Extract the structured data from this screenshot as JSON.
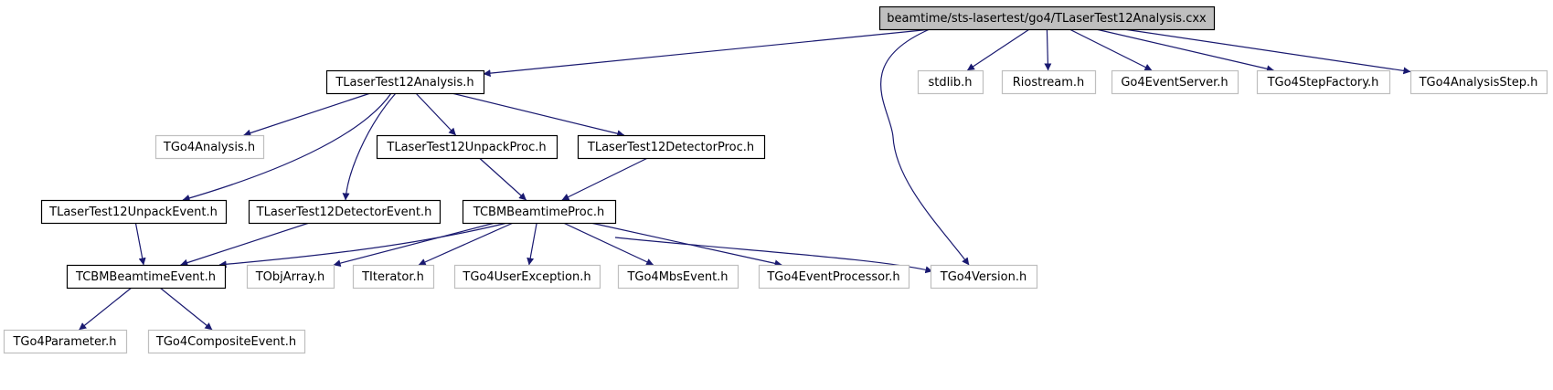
{
  "diagram": {
    "colors": {
      "edge": "#191970",
      "root_fill": "#bfbfbf",
      "root_border": "#000000",
      "documented_border": "#000000",
      "undocumented_border": "#bfbfbf",
      "node_fill": "#ffffff"
    },
    "nodes": [
      {
        "id": "root",
        "label": "beamtime/sts-lasertest/go4/TLaserTest12Analysis.cxx",
        "style": "root"
      },
      {
        "id": "analysis_h",
        "label": "TLaserTest12Analysis.h",
        "style": "documented"
      },
      {
        "id": "stdlib",
        "label": "stdlib.h",
        "style": "external"
      },
      {
        "id": "riostream",
        "label": "Riostream.h",
        "style": "external"
      },
      {
        "id": "go4eventserver",
        "label": "Go4EventServer.h",
        "style": "external"
      },
      {
        "id": "go4stepfactory",
        "label": "TGo4StepFactory.h",
        "style": "external"
      },
      {
        "id": "go4analysisstep",
        "label": "TGo4AnalysisStep.h",
        "style": "external"
      },
      {
        "id": "go4analysis",
        "label": "TGo4Analysis.h",
        "style": "external"
      },
      {
        "id": "unpackproc",
        "label": "TLaserTest12UnpackProc.h",
        "style": "documented"
      },
      {
        "id": "detectorproc",
        "label": "TLaserTest12DetectorProc.h",
        "style": "documented"
      },
      {
        "id": "unpackevent",
        "label": "TLaserTest12UnpackEvent.h",
        "style": "documented"
      },
      {
        "id": "detectorevent",
        "label": "TLaserTest12DetectorEvent.h",
        "style": "documented"
      },
      {
        "id": "beamtimeproc",
        "label": "TCBMBeamtimeProc.h",
        "style": "documented"
      },
      {
        "id": "beamtimeevent",
        "label": "TCBMBeamtimeEvent.h",
        "style": "documented"
      },
      {
        "id": "tobjarray",
        "label": "TObjArray.h",
        "style": "external"
      },
      {
        "id": "titerator",
        "label": "TIterator.h",
        "style": "external"
      },
      {
        "id": "go4userexception",
        "label": "TGo4UserException.h",
        "style": "external"
      },
      {
        "id": "go4mbsevent",
        "label": "TGo4MbsEvent.h",
        "style": "external"
      },
      {
        "id": "go4eventprocessor",
        "label": "TGo4EventProcessor.h",
        "style": "external"
      },
      {
        "id": "go4version",
        "label": "TGo4Version.h",
        "style": "external"
      },
      {
        "id": "go4parameter",
        "label": "TGo4Parameter.h",
        "style": "external"
      },
      {
        "id": "go4compositeevent",
        "label": "TGo4CompositeEvent.h",
        "style": "external"
      }
    ],
    "edges": [
      {
        "from": "root",
        "to": "analysis_h"
      },
      {
        "from": "root",
        "to": "go4version"
      },
      {
        "from": "root",
        "to": "stdlib"
      },
      {
        "from": "root",
        "to": "riostream"
      },
      {
        "from": "root",
        "to": "go4eventserver"
      },
      {
        "from": "root",
        "to": "go4stepfactory"
      },
      {
        "from": "root",
        "to": "go4analysisstep"
      },
      {
        "from": "analysis_h",
        "to": "go4analysis"
      },
      {
        "from": "analysis_h",
        "to": "unpackevent"
      },
      {
        "from": "analysis_h",
        "to": "detectorevent"
      },
      {
        "from": "analysis_h",
        "to": "unpackproc"
      },
      {
        "from": "analysis_h",
        "to": "detectorproc"
      },
      {
        "from": "unpackproc",
        "to": "beamtimeproc"
      },
      {
        "from": "detectorproc",
        "to": "beamtimeproc"
      },
      {
        "from": "unpackevent",
        "to": "beamtimeevent"
      },
      {
        "from": "detectorevent",
        "to": "beamtimeevent"
      },
      {
        "from": "beamtimeproc",
        "to": "beamtimeevent"
      },
      {
        "from": "beamtimeproc",
        "to": "tobjarray"
      },
      {
        "from": "beamtimeproc",
        "to": "titerator"
      },
      {
        "from": "beamtimeproc",
        "to": "go4userexception"
      },
      {
        "from": "beamtimeproc",
        "to": "go4mbsevent"
      },
      {
        "from": "beamtimeproc",
        "to": "go4eventprocessor"
      },
      {
        "from": "beamtimeproc",
        "to": "go4version"
      },
      {
        "from": "beamtimeevent",
        "to": "go4parameter"
      },
      {
        "from": "beamtimeevent",
        "to": "go4compositeevent"
      }
    ]
  }
}
